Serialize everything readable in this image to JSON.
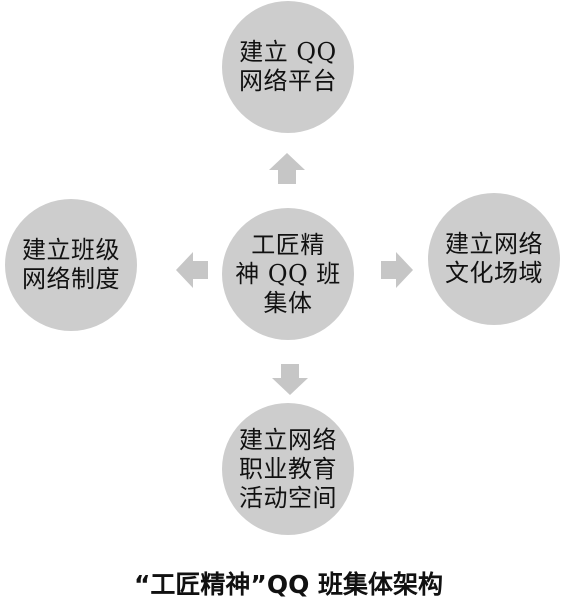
{
  "diagram": {
    "center": {
      "lines": [
        "工匠精",
        "神 QQ 班",
        "集体"
      ]
    },
    "top": {
      "lines": [
        "建立 QQ",
        "网络平台"
      ]
    },
    "left": {
      "lines": [
        "建立班级",
        "网络制度"
      ]
    },
    "right": {
      "lines": [
        "建立网络",
        "文化场域"
      ]
    },
    "bottom": {
      "lines": [
        "建立网络",
        "职业教育",
        "活动空间"
      ]
    },
    "node_color": "#cdcdcd",
    "arrow_color": "#c6c6c6"
  },
  "caption": "“工匠精神”QQ 班集体架构"
}
